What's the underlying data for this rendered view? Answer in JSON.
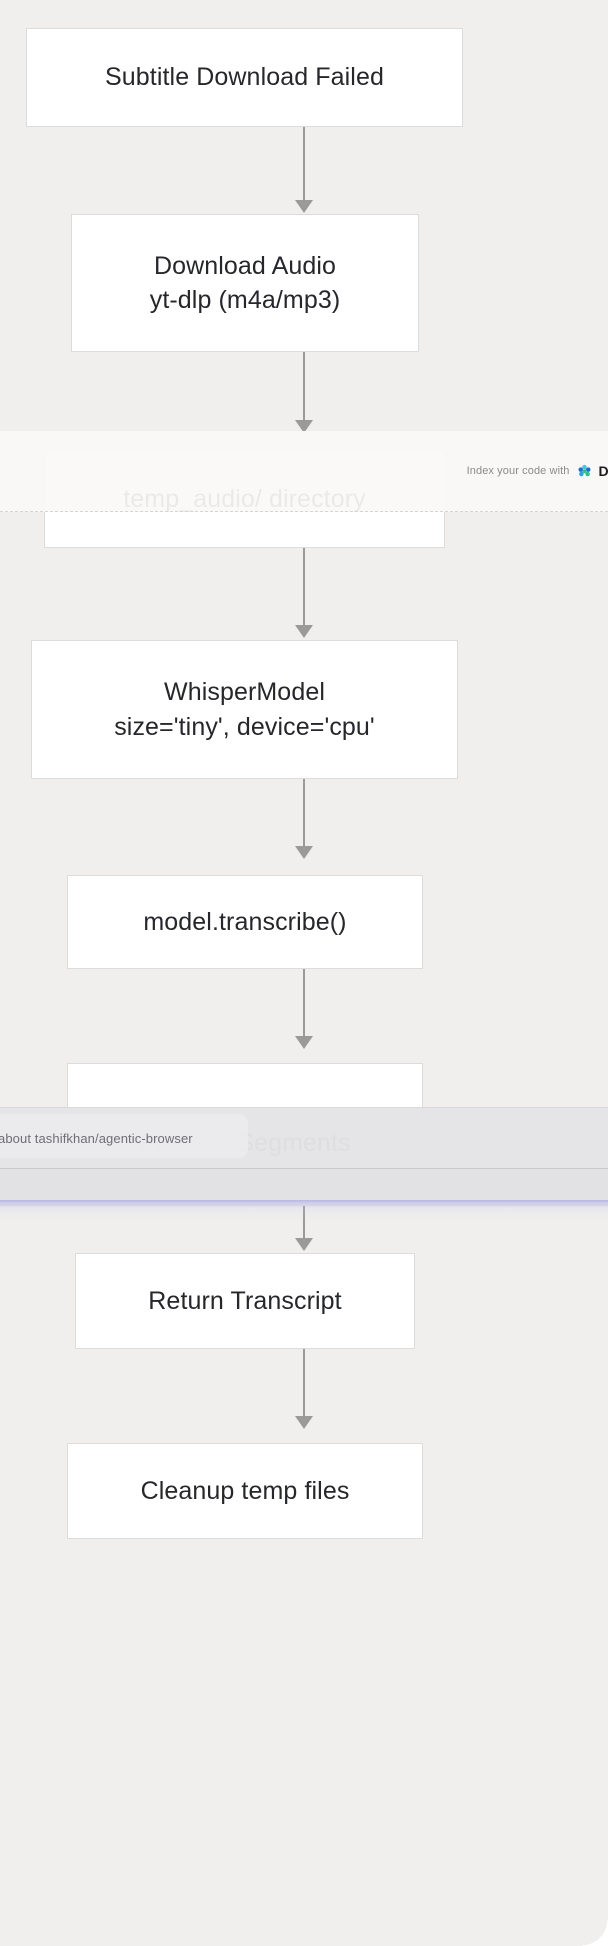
{
  "diagram": {
    "type": "flowchart",
    "orientation": "top-to-bottom",
    "background_color": "#f0efed",
    "node_fill": "#ffffff",
    "node_border_color": "#dcdcdc",
    "edge_color": "#9a9a9a",
    "text_color": "#26272b",
    "nodes": [
      {
        "id": "n1",
        "lines": [
          "Subtitle Download Failed"
        ]
      },
      {
        "id": "n2",
        "lines": [
          "Download Audio",
          "yt-dlp (m4a/mp3)"
        ]
      },
      {
        "id": "n3",
        "lines": [
          "temp_audio/ directory"
        ]
      },
      {
        "id": "n4",
        "lines": [
          "WhisperModel",
          "size='tiny', device='cpu'"
        ]
      },
      {
        "id": "n5",
        "lines": [
          "model.transcribe()"
        ]
      },
      {
        "id": "n6",
        "lines": [
          "Process Segments"
        ]
      },
      {
        "id": "n7",
        "lines": [
          "Return Transcript"
        ]
      },
      {
        "id": "n8",
        "lines": [
          "Cleanup temp files"
        ]
      }
    ],
    "edges": [
      {
        "from": "n1",
        "to": "n2"
      },
      {
        "from": "n2",
        "to": "n3"
      },
      {
        "from": "n3",
        "to": "n4"
      },
      {
        "from": "n4",
        "to": "n5"
      },
      {
        "from": "n5",
        "to": "n6"
      },
      {
        "from": "n6",
        "to": "n7"
      },
      {
        "from": "n7",
        "to": "n8"
      }
    ]
  },
  "top_overlay": {
    "label": "Index your code with",
    "brand": "De",
    "logo_icon": "deepwiki-flower-logo",
    "logo_colors": [
      "#2aa6df",
      "#1f6fd0",
      "#35c08a",
      "#4ec3e0"
    ]
  },
  "bottom_overlay": {
    "query_text": "about tashifkhan/agentic-browser",
    "accent_color": "#9292e2"
  }
}
